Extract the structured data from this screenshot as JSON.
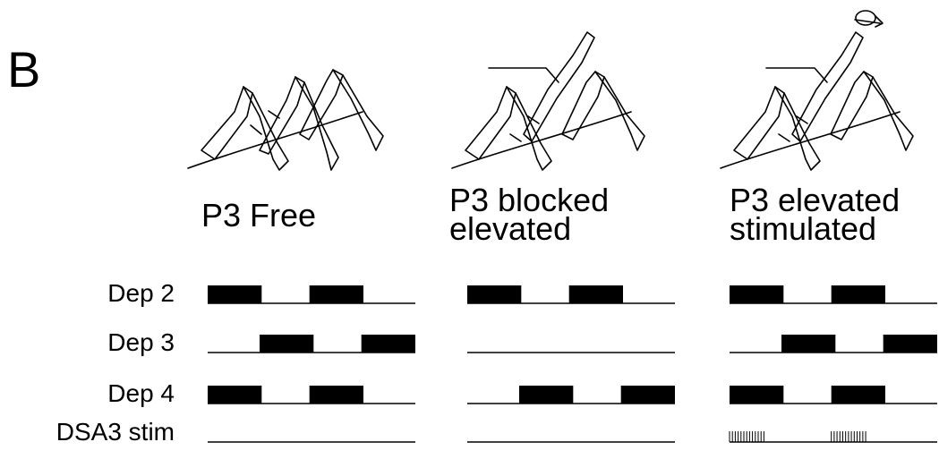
{
  "panel_label": "B",
  "conditions": [
    {
      "title_lines": [
        "P3 Free"
      ],
      "stim": false
    },
    {
      "title_lines": [
        "P3 blocked",
        "elevated"
      ],
      "stim": false
    },
    {
      "title_lines": [
        "P3 elevated",
        "stimulated"
      ],
      "stim": true
    }
  ],
  "traces": [
    {
      "label": "Dep 2"
    },
    {
      "label": "Dep 3"
    },
    {
      "label": "Dep 4"
    },
    {
      "label": "DSA3 stim"
    }
  ],
  "activity": {
    "note_units": "fraction of trace length",
    "condition_0": {
      "Dep 2": [
        [
          0.0,
          0.26
        ],
        [
          0.49,
          0.75
        ]
      ],
      "Dep 3": [
        [
          0.25,
          0.51
        ],
        [
          0.74,
          1.0
        ]
      ],
      "Dep 4": [
        [
          0.0,
          0.26
        ],
        [
          0.49,
          0.75
        ]
      ],
      "DSA3 stim": []
    },
    "condition_1": {
      "Dep 2": [
        [
          0.0,
          0.26
        ],
        [
          0.49,
          0.75
        ]
      ],
      "Dep 3": [],
      "Dep 4": [
        [
          0.25,
          0.51
        ],
        [
          0.74,
          1.0
        ]
      ],
      "DSA3 stim": []
    },
    "condition_2": {
      "Dep 2": [
        [
          0.0,
          0.26
        ],
        [
          0.49,
          0.75
        ]
      ],
      "Dep 3": [
        [
          0.25,
          0.51
        ],
        [
          0.74,
          1.0
        ]
      ],
      "Dep 4": [
        [
          0.0,
          0.26
        ],
        [
          0.49,
          0.75
        ]
      ],
      "DSA3 stim": [
        [
          0.0,
          0.17
        ],
        [
          0.49,
          0.66
        ]
      ]
    }
  },
  "colors": {
    "ink": "#000000",
    "background": "#ffffff"
  }
}
